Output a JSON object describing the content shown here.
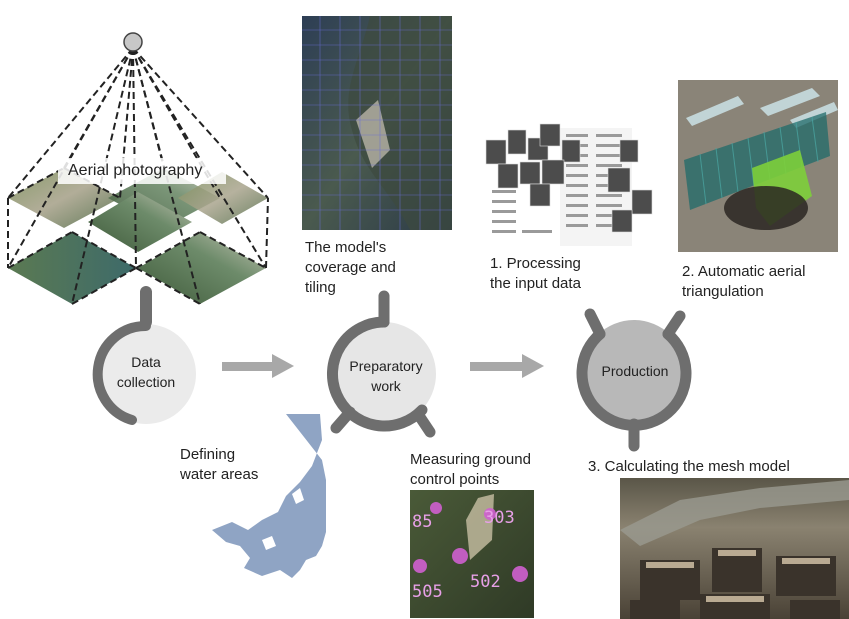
{
  "title": "",
  "stages": {
    "data_collection": {
      "line1": "Data",
      "line2": "collection"
    },
    "preparatory_work": {
      "line1": "Preparatory",
      "line2": "work"
    },
    "production": {
      "label": "Production"
    }
  },
  "labels": {
    "aerial_photography": "Aerial photography",
    "model_coverage": {
      "line1": "The model's",
      "line2": "coverage and",
      "line3": "tiling"
    },
    "defining_water": {
      "line1": "Defining",
      "line2": "water areas"
    },
    "measuring_gcp": {
      "line1": "Measuring ground",
      "line2": "control points"
    },
    "processing_input": {
      "line1": "1. Processing",
      "line2": "the input data"
    },
    "aerial_triangulation": {
      "line1": "2. Automatic aerial",
      "line2": "triangulation"
    },
    "mesh_model": "3. Calculating the mesh model"
  },
  "gcp_numbers": [
    "303",
    "505",
    "502",
    "85"
  ],
  "colors": {
    "node_fill": "#e8e8e8",
    "production_fill": "#b8b8b8",
    "ring": "#6e6e6e",
    "arrow": "#a8a8a8",
    "water": "#8fa4c4"
  }
}
